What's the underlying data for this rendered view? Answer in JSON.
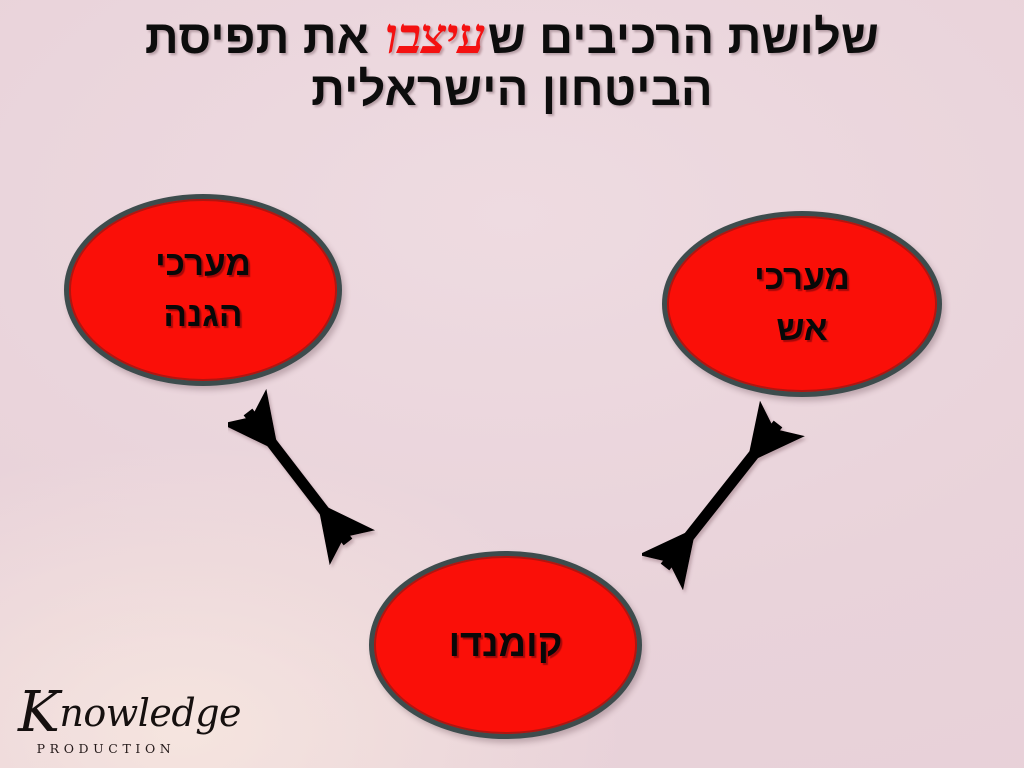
{
  "slide": {
    "background_color": "#e9d3da",
    "accent_color": "#f41111",
    "node_fill_color": "#fa0f08",
    "node_border_color": "#3d4c4d",
    "arrow_color": "#000000"
  },
  "title": {
    "line1_prefix": "שלושת הרכיבים ש",
    "line1_accent": "עיצבו",
    "line1_suffix": " את תפיסת",
    "line2": "הביטחון הישראלית",
    "full_text": "שלושת הרכיבים שעיצבו את תפיסת הביטחון הישראלית"
  },
  "nodes": [
    {
      "id": "defense",
      "line1": "מערכי",
      "line2": "הגנה",
      "text": "מערכי הגנה"
    },
    {
      "id": "fire",
      "line1": "מערכי",
      "line2": "אש",
      "text": "מערכי אש"
    },
    {
      "id": "commando",
      "line1": "קומנדו",
      "line2": "",
      "text": "קומנדו"
    }
  ],
  "connectors": [
    {
      "id": "defense-fire",
      "style": "double-headed-arrow"
    },
    {
      "id": "defense-commando",
      "style": "double-headed-arrow"
    },
    {
      "id": "fire-commando",
      "style": "double-headed-arrow"
    }
  ],
  "logo": {
    "initial": "K",
    "word_rest": "nowledge",
    "subtitle": "PRODUCTION"
  }
}
